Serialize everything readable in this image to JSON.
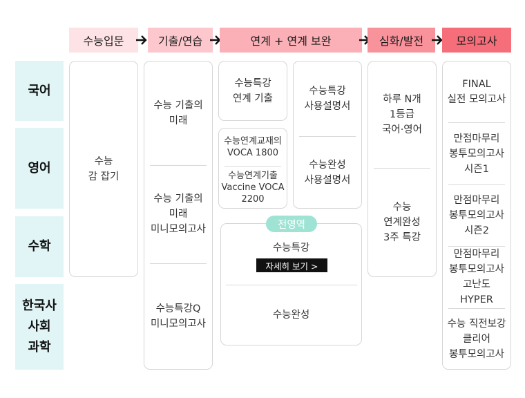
{
  "stages": [
    {
      "label": "수능입문",
      "color": "#fde3e5"
    },
    {
      "label": "기출/연습",
      "color": "#fcc8cd"
    },
    {
      "label": "연계 + 연계 보완",
      "color": "#fab0b6"
    },
    {
      "label": "심화/발전",
      "color": "#f8929b"
    },
    {
      "label": "모의고사",
      "color": "#f56e79"
    }
  ],
  "subjects": [
    "국어",
    "영어",
    "수학",
    "한국사\n사회\n과학"
  ],
  "intro": {
    "items": [
      "수능\n감 잡기"
    ]
  },
  "practice": {
    "items": [
      "수능 기출의\n미래",
      "수능 기출의\n미래\n미니모의고사",
      "수능특강Q\n미니모의고사"
    ]
  },
  "linked": {
    "left_top": "수능특강\n연계 기출",
    "left_mid": [
      "수능연계교재의\nVOCA 1800",
      "수능연계기출\nVaccine VOCA\n2200"
    ],
    "right": [
      "수능특강\n사용설명서",
      "수능완성\n사용설명서"
    ],
    "all_area": {
      "badge": "전영역",
      "items": [
        "수능특강",
        "수능완성"
      ],
      "detail_button": "자세히 보기 >"
    }
  },
  "advanced": {
    "items": [
      "하루 N개\n1등급\n국어·영어",
      "수능\n연계완성\n3주 특강"
    ]
  },
  "mock": {
    "items": [
      "FINAL\n실전 모의고사",
      "만점마무리\n봉투모의고사\n시즌1",
      "만점마무리\n봉투모의고사\n시즌2",
      "만점마무리\n봉투모의고사\n고난도\nHYPER",
      "수능 직전보강\n클리어\n봉투모의고사"
    ]
  }
}
